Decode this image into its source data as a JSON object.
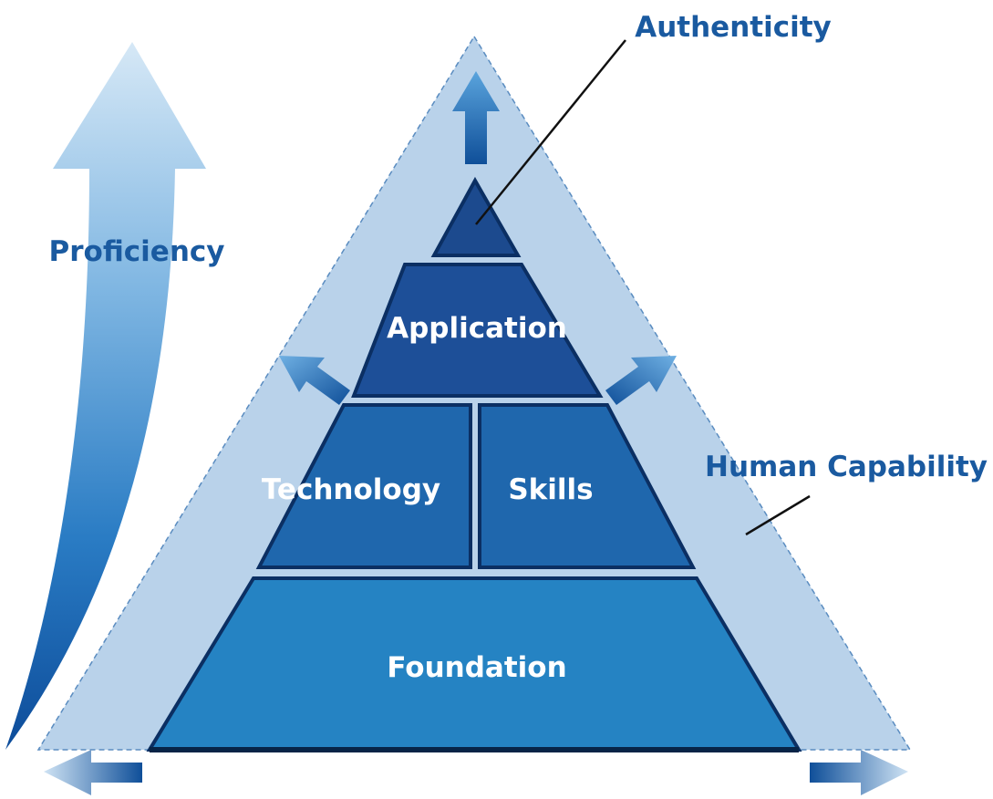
{
  "labels": {
    "proficiency": "Proficiency",
    "authenticity": "Authenticity",
    "human_capability": "Human Capability"
  },
  "tiers": {
    "application": "Application",
    "technology": "Technology",
    "skills": "Skills",
    "foundation": "Foundation"
  },
  "colors": {
    "outer_triangle": "#b9d2ea",
    "outer_border": "#5a8cc0",
    "apex_tier": "#1c4a8e",
    "application_tier": "#1d4f98",
    "middle_tier": "#1f67ad",
    "foundation_tier": "#2583c3",
    "label_blue": "#1a5aa0",
    "tier_text": "#ffffff"
  }
}
